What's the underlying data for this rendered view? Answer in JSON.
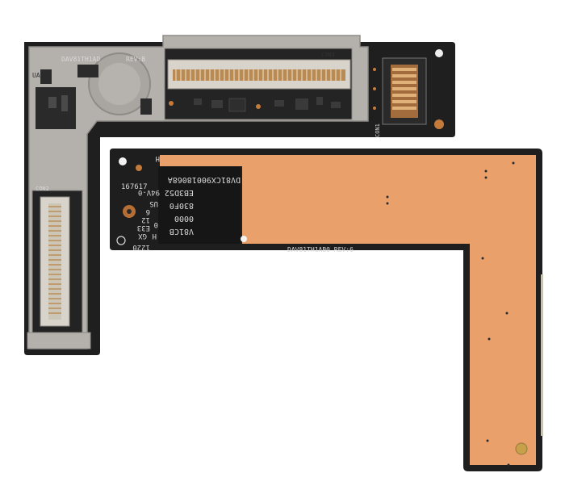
{
  "board_a": {
    "colors": {
      "pcb": "#1e1e1f",
      "shield": "#b3b0ab",
      "shield_edge": "#8f8c87",
      "connector_body": "#d9d5cc",
      "pin": "#b98a52",
      "gold_pad": "#c47a3a"
    },
    "silk_partno": "DAV81TH1AD",
    "silk_rev": "REV:B",
    "silk_con1": "CON1",
    "silk_con2": "CON2",
    "silk_con3": "CON3",
    "silk_ua": "UA"
  },
  "board_b": {
    "colors": {
      "pcb": "#1e1e1f",
      "copper": "#e9a06b",
      "label_bg": "#161617",
      "silk": "#d8d8d8"
    },
    "label_lines": [
      "DV81CX90018068A",
      "EB3D52",
      "830F0",
      "0000",
      "V81CB"
    ],
    "side_marks": [
      "167617",
      "94V-0",
      "H",
      "US",
      "0",
      "GX",
      "H",
      "E33",
      "12",
      "6",
      "1220"
    ],
    "silk_partno": "DAV81TH1AB0  REV:6"
  }
}
